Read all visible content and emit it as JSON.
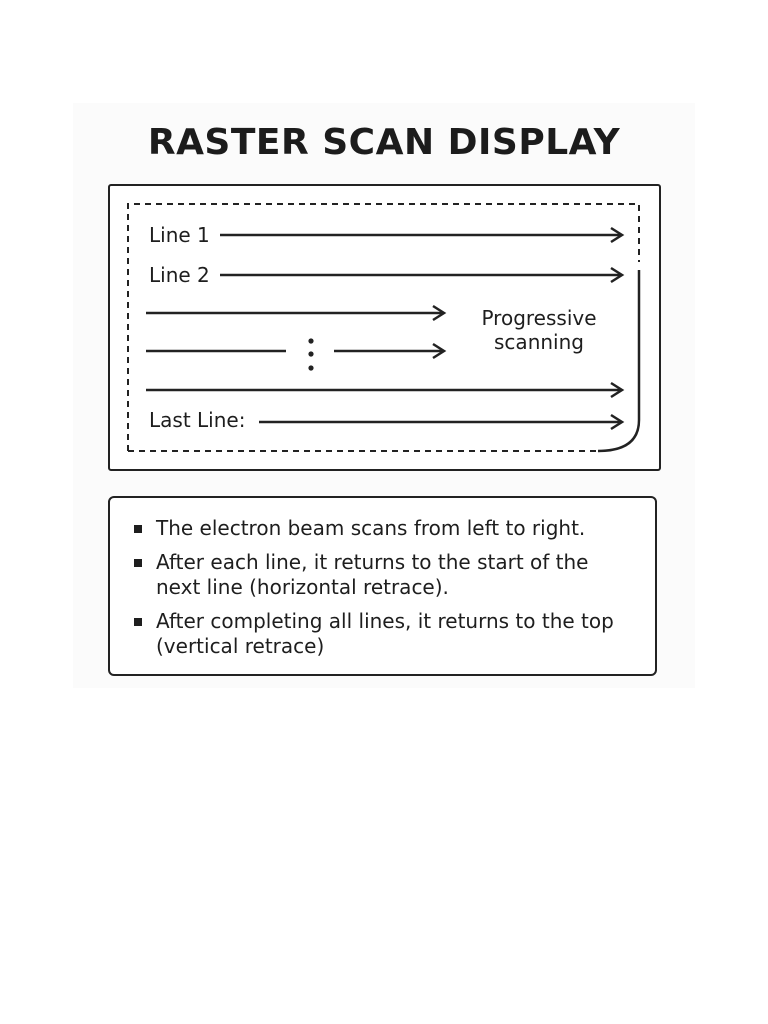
{
  "title": "RASTER SCAN DISPLAY",
  "diagram": {
    "line_labels": [
      "Line 1",
      "Line 2",
      "Last Line:"
    ],
    "side_note": [
      "Progressive",
      "scanning"
    ]
  },
  "notes": [
    "The electron beam scans from left to right.",
    "After each line, it returns to the start of the next line (horizontal retrace).",
    "After completing all lines, it returns to the top (vertical retrace)"
  ]
}
